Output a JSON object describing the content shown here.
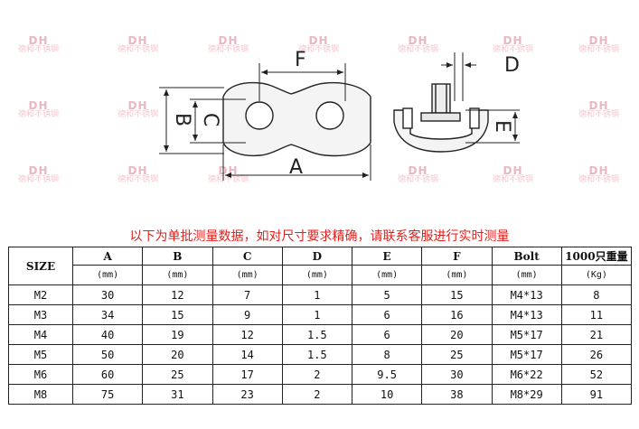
{
  "watermark": {
    "logo": "DH",
    "text": "德和不锈钢"
  },
  "diagram": {
    "labels": {
      "A": "A",
      "B": "B",
      "C": "C",
      "D": "D",
      "E": "E",
      "F": "F"
    }
  },
  "notice": "以下为单批测量数据，如对尺寸要求精确，请联系客服进行实时测量",
  "table": {
    "size_header": "SIZE",
    "headers": [
      "A",
      "B",
      "C",
      "D",
      "E",
      "F",
      "Bolt",
      "1000只重量"
    ],
    "units": [
      "(mm)",
      "(mm)",
      "(mm)",
      "(mm)",
      "(mm)",
      "(mm)",
      "(mm)",
      "(Kg)"
    ],
    "rows": [
      [
        "M2",
        "30",
        "12",
        "7",
        "1",
        "5",
        "15",
        "M4*13",
        "8"
      ],
      [
        "M3",
        "34",
        "15",
        "9",
        "1",
        "6",
        "16",
        "M4*13",
        "11"
      ],
      [
        "M4",
        "40",
        "19",
        "12",
        "1.5",
        "6",
        "20",
        "M5*17",
        "21"
      ],
      [
        "M5",
        "50",
        "20",
        "14",
        "1.5",
        "8",
        "25",
        "M5*17",
        "26"
      ],
      [
        "M6",
        "60",
        "25",
        "17",
        "2",
        "9.5",
        "30",
        "M6*22",
        "52"
      ],
      [
        "M8",
        "75",
        "31",
        "23",
        "2",
        "10",
        "38",
        "M8*29",
        "91"
      ]
    ]
  }
}
